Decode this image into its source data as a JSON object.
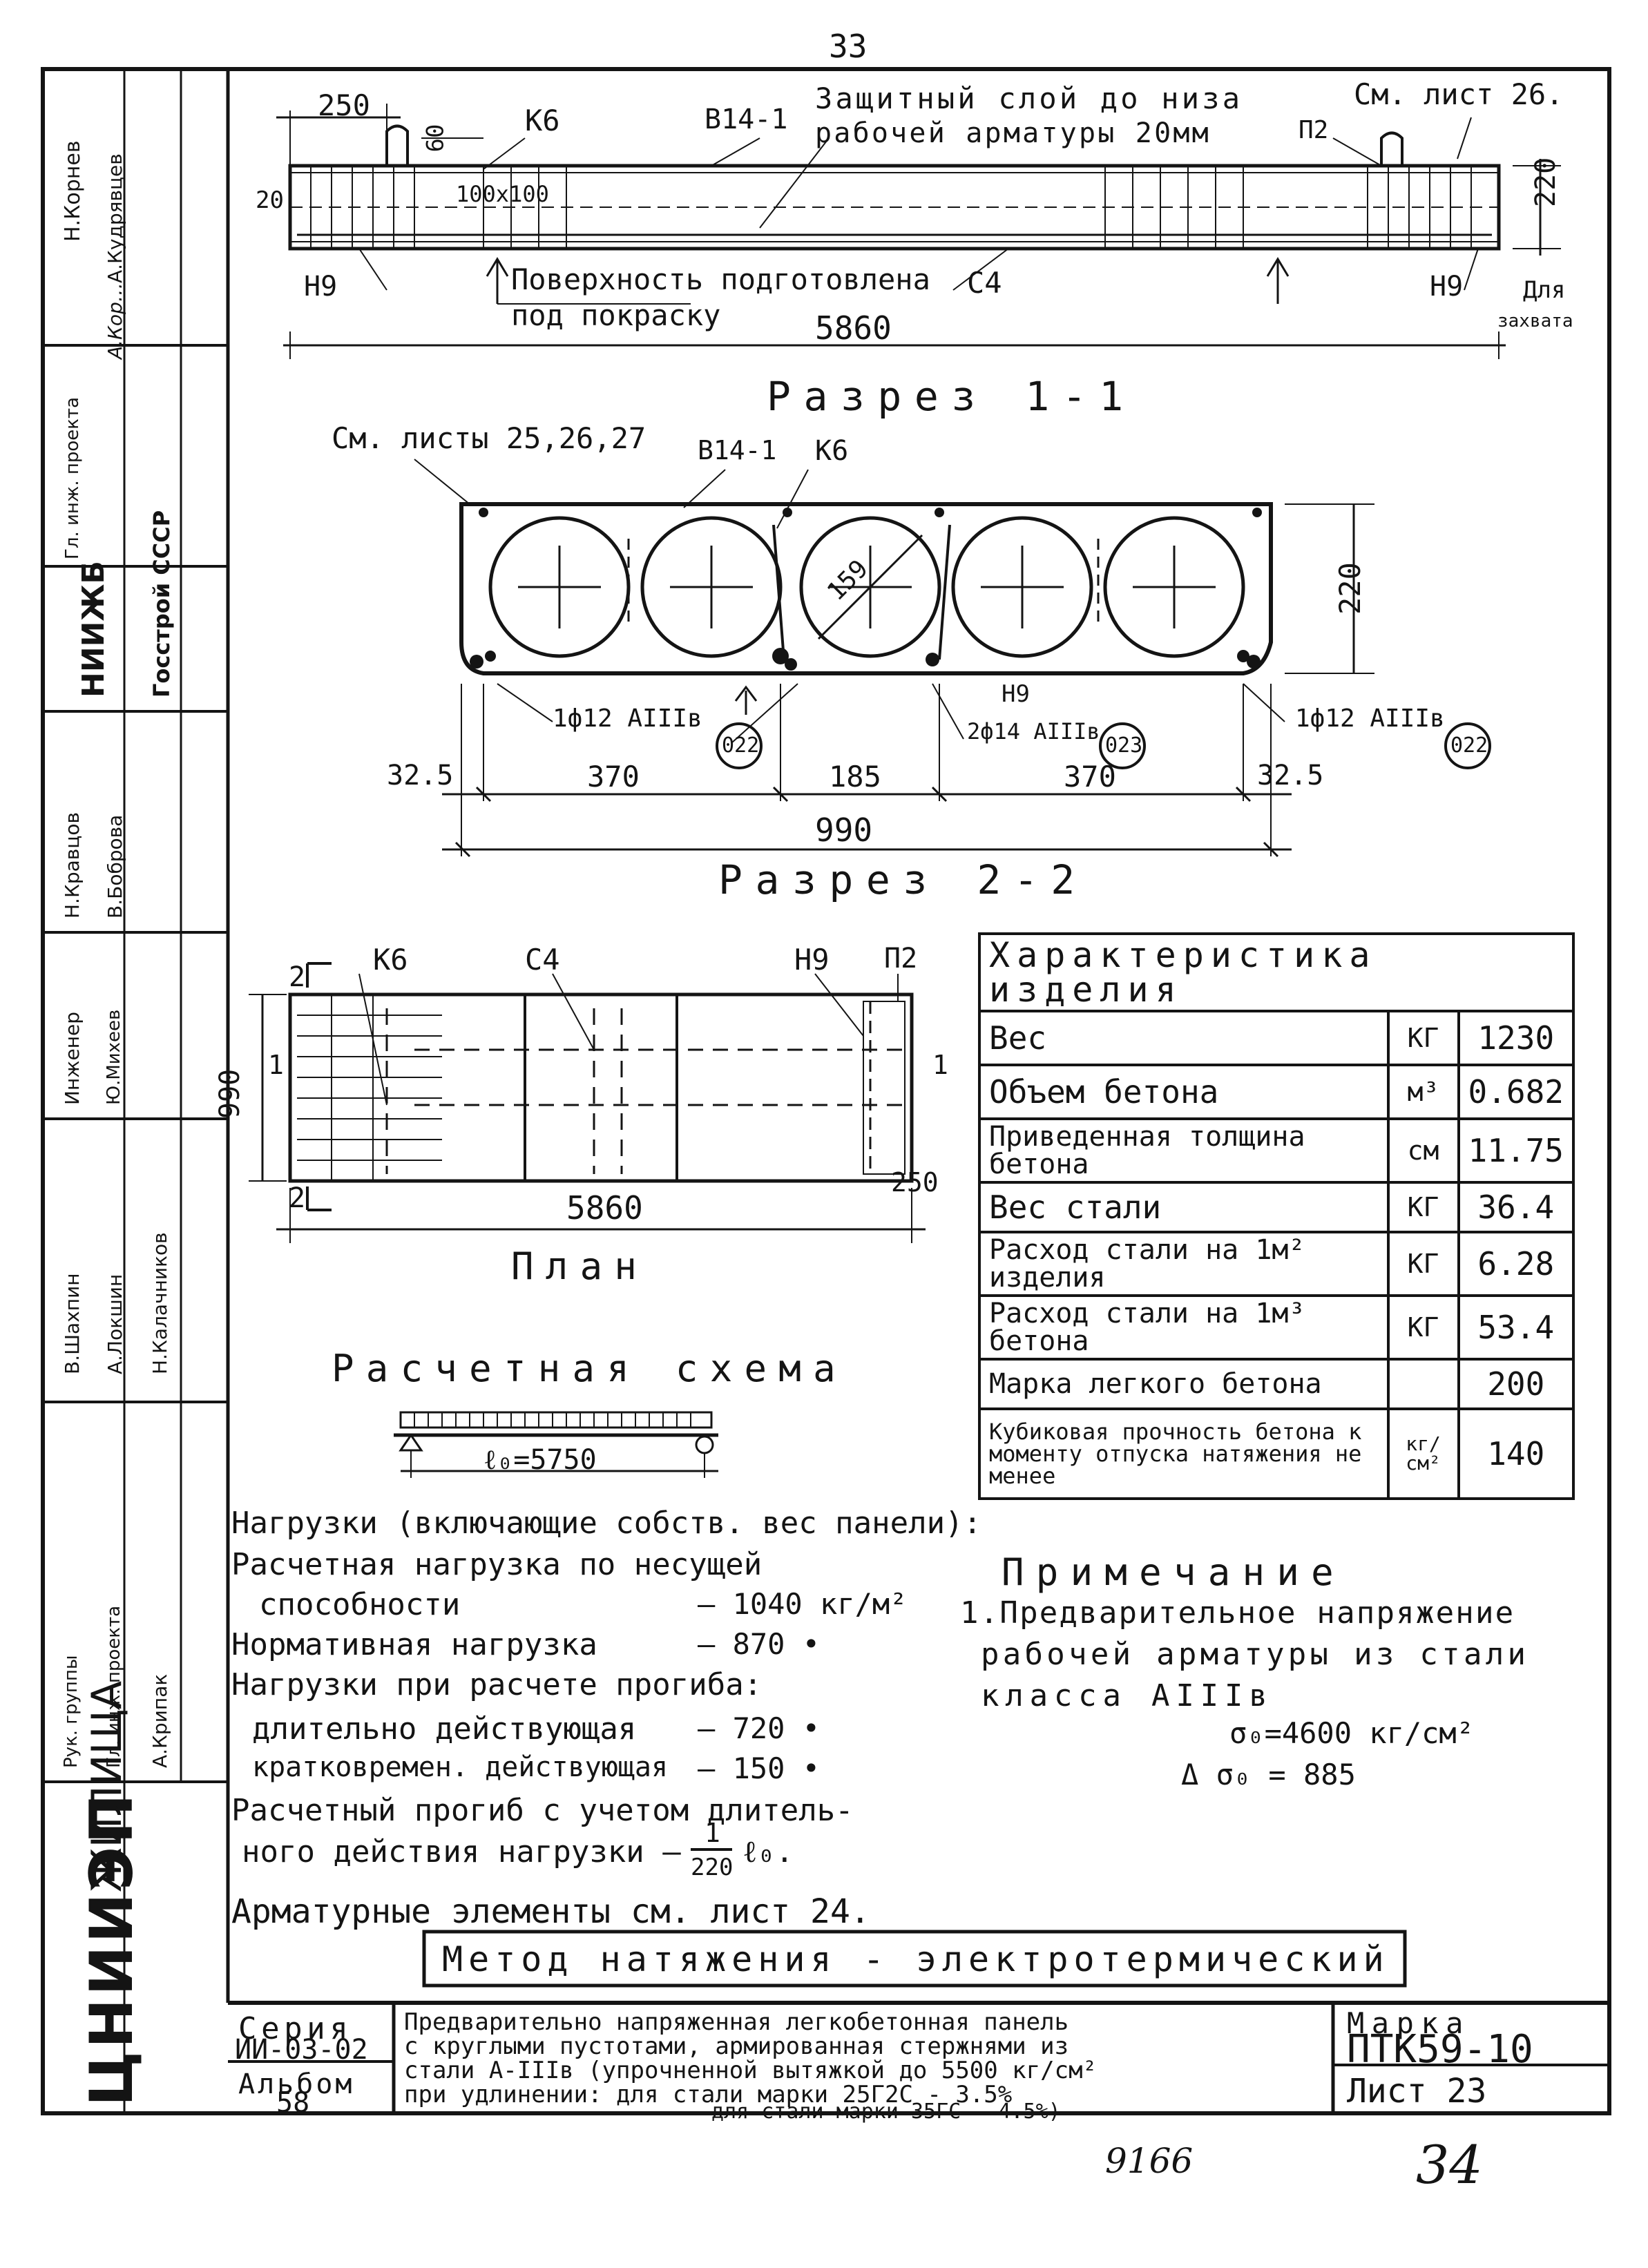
{
  "page_number": "33",
  "handwritten_numbers": {
    "left": "9166",
    "right": "34"
  },
  "stamp": {
    "org_big": "ЦНИИЭП",
    "org_tail": "ЖИЛИЩА"
  },
  "margin_block": {
    "cells": [
      "Н.Корнев",
      "А.Кудрявцев",
      "А.Кор…",
      "Гл. инж. проекта",
      "НИИЖБ",
      "Госстрой СССР",
      "Н.Кравцов",
      "В.Боброва",
      "Инженер",
      "Ю.Михеев",
      "В.Шахпин",
      "А.Локшин",
      "Н.Калачников",
      "Рук. группы",
      "Гл. инж. проекта",
      "А.Крипак"
    ]
  },
  "view_top": {
    "dims": {
      "d250a": "250",
      "d60": "60",
      "d20": "20",
      "d220": "220",
      "d5860": "5860"
    },
    "labels": {
      "k6": "К6",
      "v14": "В14-1",
      "p2": "П2",
      "h9a": "Н9",
      "h9b": "Н9",
      "c4": "С4",
      "protective": "Защитный слой до низа",
      "protective2": "рабочей арматуры 20мм",
      "see_sheet": "См. лист 26.",
      "surface": "Поверхность подготовлена",
      "surface2": "под покраску",
      "grip1": "Для",
      "grip2": "захвата",
      "pitch": "100x100"
    }
  },
  "section11": {
    "title": "Разрез 1-1",
    "labels": {
      "see_sheets": "См. листы 25,26,27",
      "v14": "В14-1",
      "k6": "К6",
      "d159": "159",
      "h9": "Н9",
      "d220": "220",
      "rebar_l": "1ф12 АIIIв",
      "rebar_m": "2ф14 АIIIв",
      "rebar_r": "1ф12 АIIIв",
      "tag_l": "022",
      "tag_m": "023",
      "tag_r": "022"
    },
    "dims": {
      "d325a": "32.5",
      "d370a": "370",
      "d185": "185",
      "d370b": "370",
      "d325b": "32.5",
      "d990": "990"
    }
  },
  "section22": {
    "title": "Разрез 2-2"
  },
  "plan": {
    "title": "План",
    "labels": {
      "s2a": "2",
      "s2b": "2",
      "k6": "К6",
      "c4": "С4",
      "h9": "Н9",
      "p2": "П2",
      "s1a": "1",
      "s1b": "1"
    },
    "dims": {
      "d990": "990",
      "d5860": "5860",
      "d250": "250"
    }
  },
  "spec_table": {
    "title": "Характеристика изделия",
    "rows": [
      {
        "name": "Вес",
        "unit": "КГ",
        "value": "1230"
      },
      {
        "name": "Объем бетона",
        "unit": "м³",
        "value": "0.682"
      },
      {
        "name": "Приведенная толщина бетона",
        "unit": "см",
        "value": "11.75"
      },
      {
        "name": "Вес стали",
        "unit": "КГ",
        "value": "36.4"
      },
      {
        "name": "Расход стали на 1м² изделия",
        "unit": "КГ",
        "value": "6.28"
      },
      {
        "name": "Расход стали на 1м³ бетона",
        "unit": "КГ",
        "value": "53.4"
      },
      {
        "name": "Марка легкого бетона",
        "unit": "",
        "value": "200"
      },
      {
        "name": "Кубиковая прочность бетона к моменту отпуска натяжения не менее",
        "unit": "кг/см²",
        "value": "140"
      }
    ]
  },
  "calc_scheme": {
    "title": "Расчетная схема",
    "span": "ℓ₀=5750"
  },
  "loads": {
    "heading": "Нагрузки (включающие собств. вес панели):",
    "rows": [
      {
        "label": "Расчетная нагрузка по несущей",
        "value": ""
      },
      {
        "label": "способности",
        "value": "— 1040 кг/м²"
      },
      {
        "label": "Нормативная нагрузка",
        "value": "— 870 •"
      },
      {
        "label": "Нагрузки при расчете прогиба:",
        "value": ""
      },
      {
        "label": "длительно действующая",
        "value": "— 720 •"
      },
      {
        "label": "кратковремен. действующая",
        "value": "— 150 •"
      }
    ],
    "deflection1": "Расчетный прогиб с учетом длитель-",
    "deflection2": "ного действия нагрузки —",
    "frac_num": "1",
    "frac_den": "220",
    "frac_tail": "ℓ₀.",
    "rebar_note": "Арматурные элементы см. лист 24."
  },
  "note": {
    "title": "Примечание",
    "line1": "1.Предварительное напряжение",
    "line2": "рабочей арматуры из стали",
    "line3": "класса АIIIв",
    "sigma": "σ₀=4600 кг/см²",
    "dsigma": "Δ σ₀ = 885"
  },
  "method": "Метод натяжения - электротермический",
  "title_block": {
    "series_label": "Серия",
    "series_value": "ИИ-03-02",
    "album_label": "Альбом",
    "album_value": "58",
    "desc_lines": [
      "Предварительно напряженная легкобетонная панель",
      "с круглыми пустотами, армированная стержнями из",
      "стали А-IIIв (упрочненной вытяжкой до 5500 кг/см²",
      "при удлинении: для стали марки 25Г2С - 3.5%",
      "для стали марки 35ГС - 4.5%)"
    ],
    "mark_label": "Марка",
    "mark_value": "ПТК59-10",
    "sheet": "Лист 23"
  }
}
